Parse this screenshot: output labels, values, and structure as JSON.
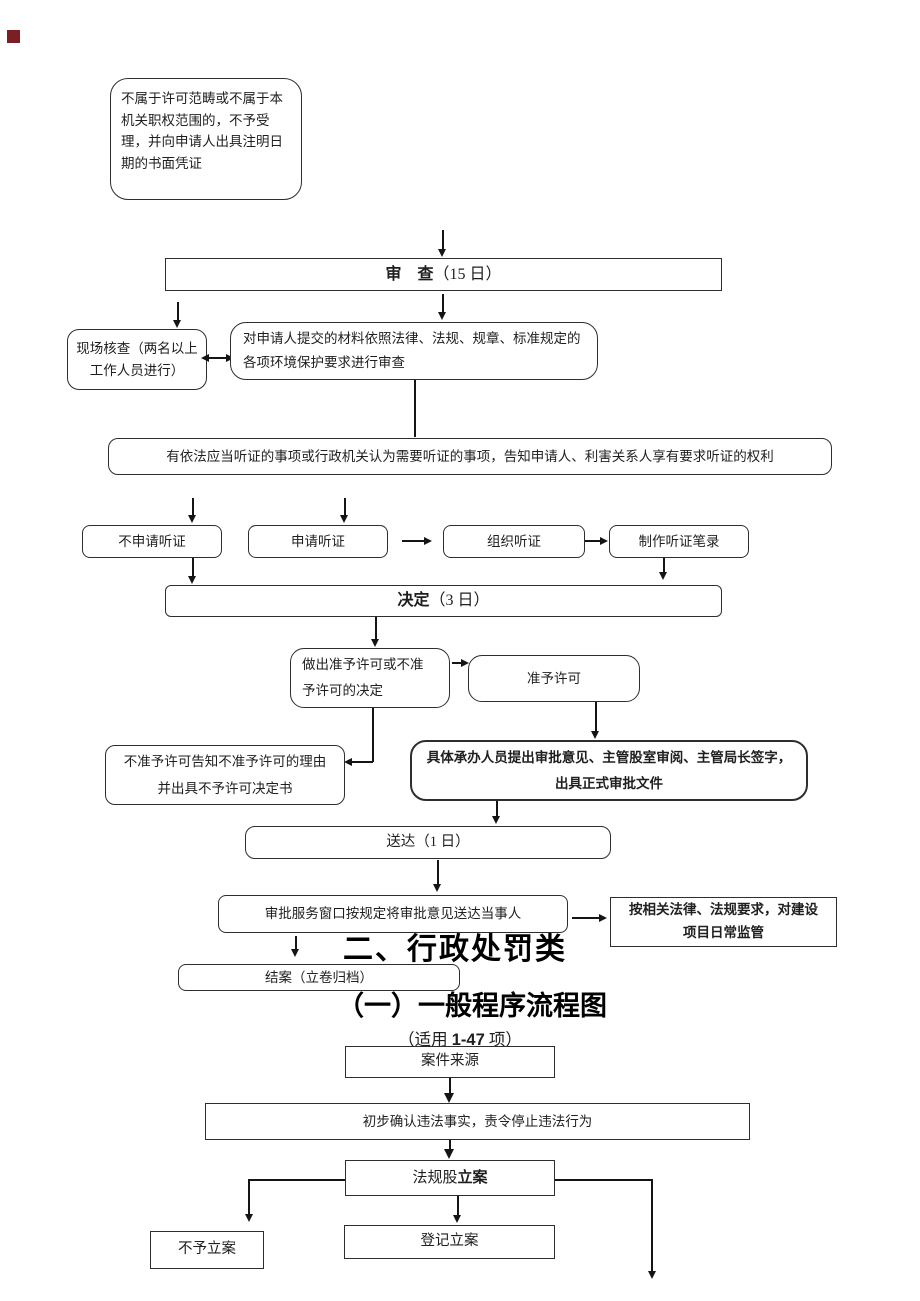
{
  "colors": {
    "line": "#151515",
    "marker": "#7b1f24"
  },
  "titles": {
    "section": "二、行政处罚类",
    "subsection": "（一）一般程序流程图",
    "scope_prefix": "（适用 ",
    "scope_bold": "1-47",
    "scope_suffix": " 项）"
  },
  "permit": {
    "reject_note": "不属于许可范畴或不属于本机关职权范围的，不予受理，并向申请人出具注明日期的书面凭证",
    "review": {
      "bold": "审　查",
      "rest": "（15 日）"
    },
    "site_check": {
      "l1": "现场核查（两名以上",
      "l2": "工作人员进行）"
    },
    "material_review": "对申请人提交的材料依照法律、法规、规章、标准规定的各项环境保护要求进行审查",
    "hearing_notice": "有依法应当听证的事项或行政机关认为需要听证的事项，告知申请人、利害关系人享有要求听证的权利",
    "hearing": {
      "no_apply": "不申请听证",
      "apply": "申请听证",
      "organize": "组织听证",
      "record": "制作听证笔录"
    },
    "decision": {
      "bold": "决定",
      "rest": "（3 日）"
    },
    "make_decision": {
      "l1": "做出准予许可或不准",
      "l2": "予许可的决定"
    },
    "grant": "准予许可",
    "deny": {
      "l1": "不准予许可告知不准予许可的理由",
      "l2": "并出具不予许可决定书"
    },
    "approve_doc": {
      "l1": "具体承办人员提出审批意见、主管股室审阅、主管局长签字，",
      "l2": "出具正式审批文件"
    },
    "delivery": "送达（1 日）",
    "window_delivery": "审批服务窗口按规定将审批意见送达当事人",
    "supervision": {
      "l1": "按相关法律、法规要求，对建设",
      "l2": "项目日常监管"
    },
    "close_case": "结案（立卷归档）"
  },
  "penalty": {
    "case_source": "案件来源",
    "initial_confirm": "初步确认违法事实，责令停止违法行为",
    "filing": {
      "prefix": "法规股",
      "bold": "立案"
    },
    "no_filing": "不予立案",
    "register_filing": "登记立案"
  }
}
